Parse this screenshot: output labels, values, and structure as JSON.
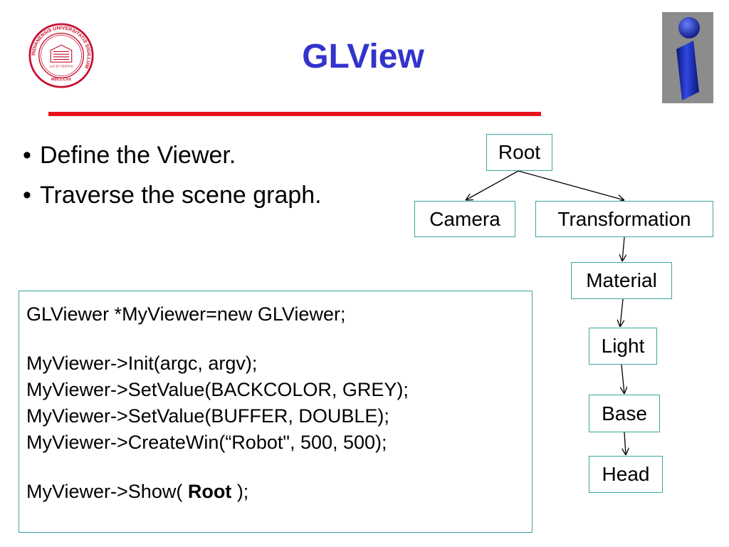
{
  "header": {
    "title": "GLView",
    "title_color": "#3333cc",
    "rule_color": "#e8141c",
    "seal": {
      "icon": "university-seal-icon",
      "color": "#c8102e",
      "text": "INDIANENSIS UNIVERSITATIS SIGILLUM",
      "motto": "LUX ET VERITAS",
      "year": "MDCCCXX"
    },
    "logo": {
      "icon": "info-i-logo-icon",
      "color": "#1a2fb0"
    }
  },
  "bullets": [
    "Define the Viewer.",
    "Traverse the scene graph."
  ],
  "code": {
    "lines": [
      "GLViewer *MyViewer=new GLViewer;",
      "",
      "MyViewer->Init(argc, argv);",
      "MyViewer->SetValue(BACKCOLOR, GREY);",
      "MyViewer->SetValue(BUFFER, DOUBLE);",
      "MyViewer->CreateWin(“Robot\", 500, 500);",
      ""
    ],
    "show_prefix": "MyViewer->Show( ",
    "show_arg": "Root",
    "show_suffix": " );"
  },
  "scene_graph": {
    "border_color": "#3aa6a0",
    "nodes": {
      "root": "Root",
      "camera": "Camera",
      "transformation": "Transformation",
      "material": "Material",
      "light": "Light",
      "base": "Base",
      "head": "Head"
    }
  }
}
